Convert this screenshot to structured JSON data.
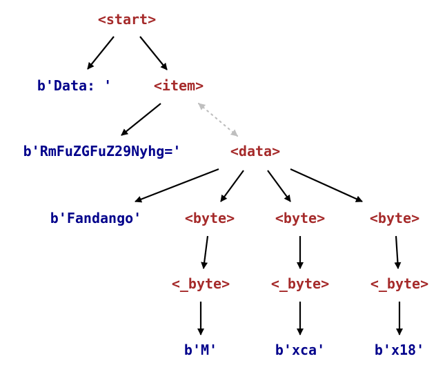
{
  "colors": {
    "nonterminal": "#a52a2a",
    "terminal": "#00008b",
    "edge": "#000000",
    "link": "#bfbfbf"
  },
  "nodes": {
    "start": "<start>",
    "data_prefix": "b'Data: '",
    "item": "<item>",
    "encoded": "b'RmFuZGFuZ29Nyhg='",
    "data": "<data>",
    "fandango": "b'Fandango'",
    "byte1": "<byte>",
    "byte2": "<byte>",
    "byte3": "<byte>",
    "ubyte1": "<_byte>",
    "ubyte2": "<_byte>",
    "ubyte3": "<_byte>",
    "val1": "b'M'",
    "val2": "b'xca'",
    "val3": "b'x18'"
  }
}
